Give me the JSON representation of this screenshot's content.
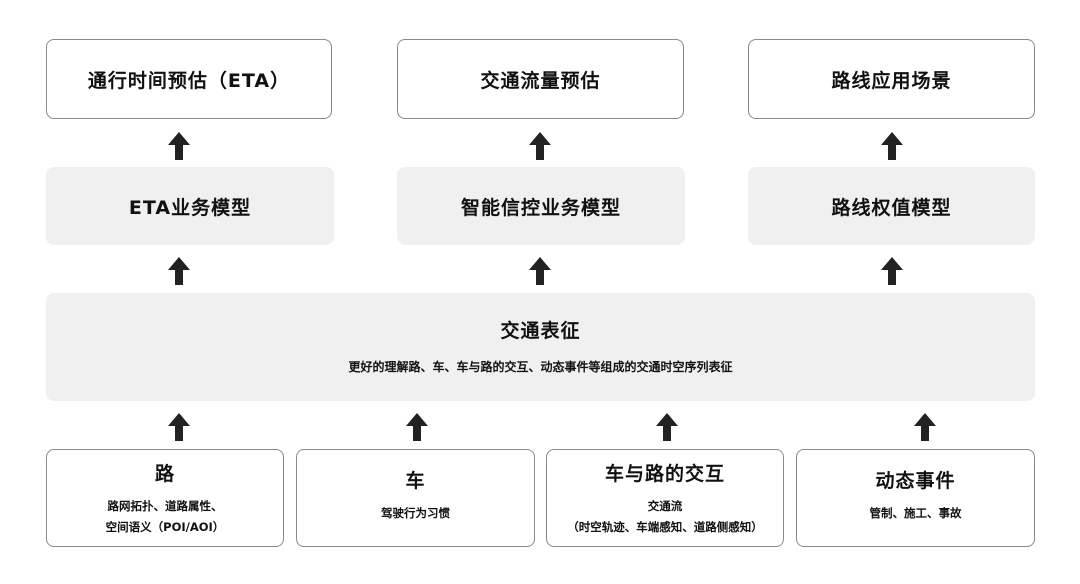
{
  "top": {
    "eta": "通行时间预估（ETA）",
    "flow": "交通流量预估",
    "route": "路线应用场景"
  },
  "models": {
    "eta": "ETA业务模型",
    "signal": "智能信控业务模型",
    "route": "路线权值模型"
  },
  "representation": {
    "title": "交通表征",
    "subtitle": "更好的理解路、车、车与路的交互、动态事件等组成的交通时空序列表征"
  },
  "inputs": {
    "road": {
      "title": "路",
      "line1": "路网拓扑、道路属性、",
      "line2": "空间语义（POI/AOI）"
    },
    "car": {
      "title": "车",
      "line1": "驾驶行为习惯"
    },
    "interaction": {
      "title": "车与路的交互",
      "line1": "交通流",
      "line2": "（时空轨迹、车端感知、道路侧感知）"
    },
    "events": {
      "title": "动态事件",
      "line1": "管制、施工、事故"
    }
  },
  "colors": {
    "box_border": "#8a8a8a",
    "box_fill": "#f0f0f0",
    "arrow": "#222222"
  }
}
